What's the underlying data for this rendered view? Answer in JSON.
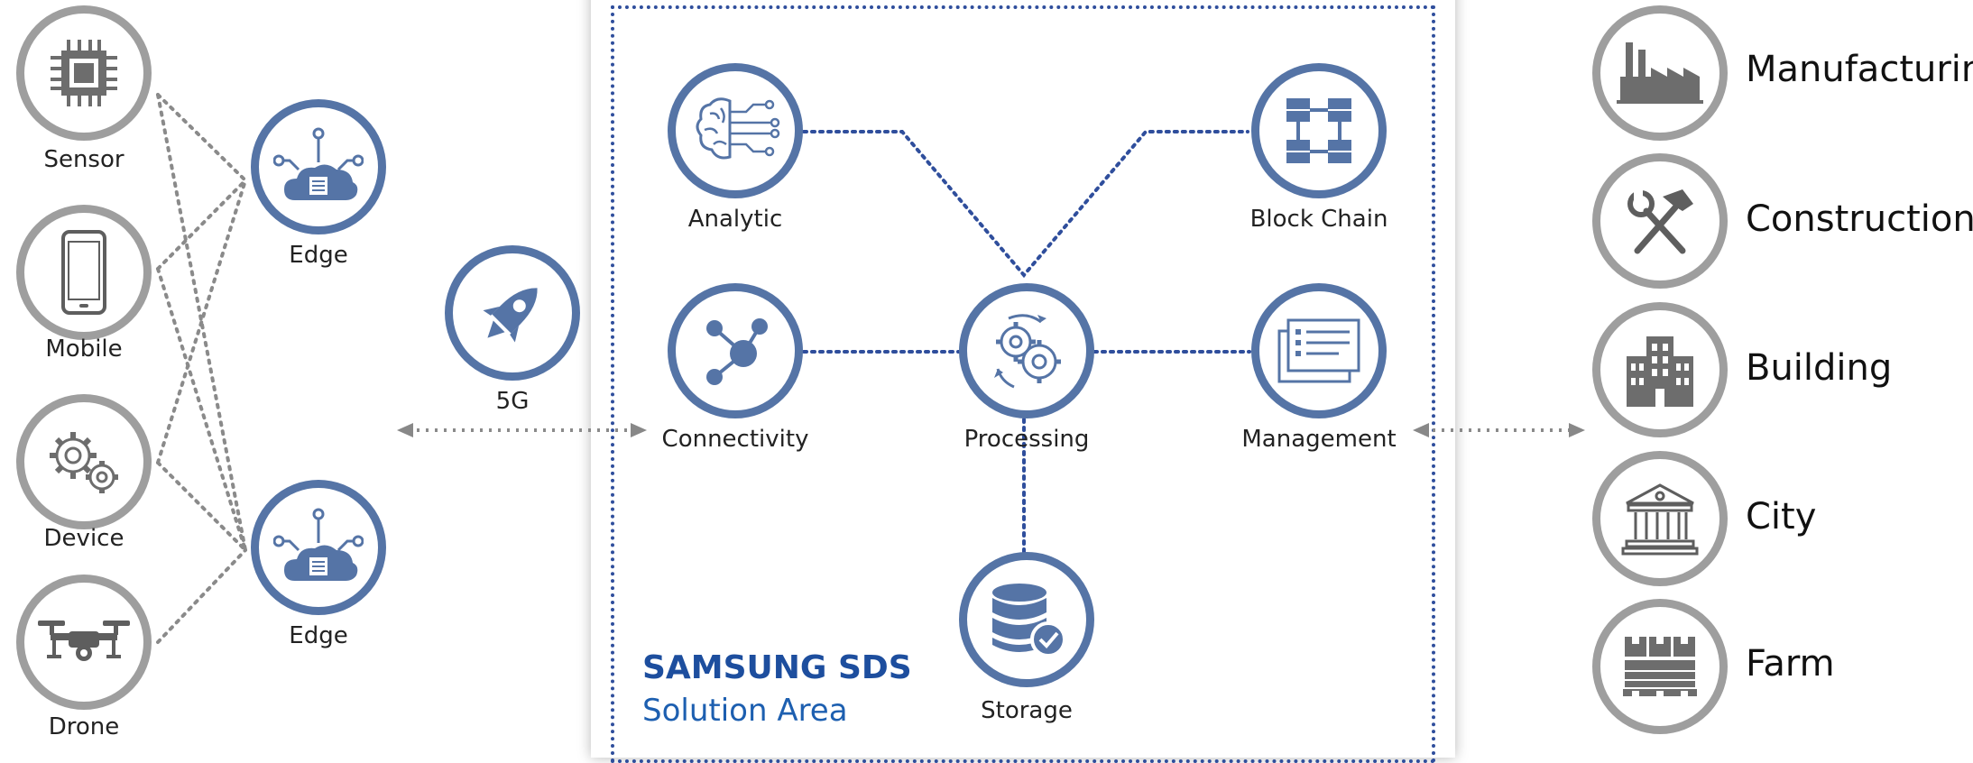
{
  "colors": {
    "blue": "#5574a6",
    "gray": "#9e9e9e",
    "brand": "#1d4e9e",
    "frame": "#2f4e9c"
  },
  "devices": [
    {
      "label": "Sensor",
      "icon": "chip-icon"
    },
    {
      "label": "Mobile",
      "icon": "smartphone-icon"
    },
    {
      "label": "Device",
      "icon": "gears-icon"
    },
    {
      "label": "Drone",
      "icon": "drone-icon"
    }
  ],
  "edges": [
    {
      "label": "Edge",
      "icon": "cloud-network-icon"
    },
    {
      "label": "Edge",
      "icon": "cloud-network-icon"
    }
  ],
  "network": {
    "label": "5G",
    "icon": "rocket-icon"
  },
  "solution": {
    "analytic": "Analytic",
    "block_chain": "Block Chain",
    "connectivity": "Connectivity",
    "processing": "Processing",
    "management": "Management",
    "storage": "Storage",
    "brand_name": "SAMSUNG SDS",
    "area_title": "Solution Area"
  },
  "industries": [
    {
      "label": "Manufacturing",
      "icon": "factory-icon"
    },
    {
      "label": "Construction",
      "icon": "tools-icon"
    },
    {
      "label": "Building",
      "icon": "building-icon"
    },
    {
      "label": "City",
      "icon": "city-hall-icon"
    },
    {
      "label": "Farm",
      "icon": "farm-crates-icon"
    }
  ]
}
